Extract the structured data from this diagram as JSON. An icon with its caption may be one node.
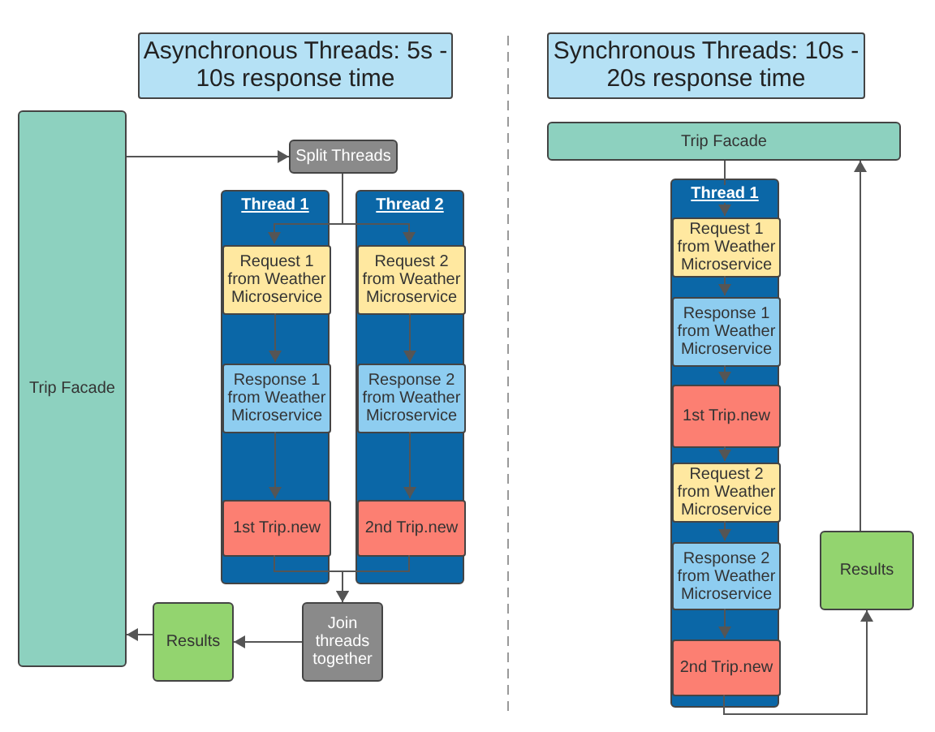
{
  "diagram": {
    "nodes": [
      {
        "text": [
          "Asynchronous Threads: 5s - 10s response time"
        ]
      },
      {
        "text": [
          "Synchronous Threads: 10s - 20s response time"
        ]
      },
      {
        "text": [
          "Trip Facade"
        ]
      },
      {
        "text": [
          "Split Threads"
        ]
      },
      {
        "text": [
          "Thread 1"
        ]
      },
      {
        "text": [
          "Request 1 from Weather Microservice"
        ],
        "in": 4
      },
      {
        "text": [
          "Response 1 from Weather Microservice"
        ],
        "in": 4
      },
      {
        "text": [
          "1st Trip.new"
        ],
        "in": 4
      },
      {
        "text": [
          "Thread 2"
        ]
      },
      {
        "text": [
          "Request 2 from Weather Microservice"
        ],
        "in": 8
      },
      {
        "text": [
          "Response 2 from Weather Microservice"
        ],
        "in": 8
      },
      {
        "text": [
          "2nd Trip.new"
        ],
        "in": 8
      },
      {
        "text": [
          "Results"
        ]
      },
      {
        "text": [
          "Join threads together"
        ]
      },
      {
        "text": [
          "Trip Facade"
        ]
      },
      {
        "text": [
          "Thread 1"
        ]
      },
      {
        "text": [
          "Request 1 from Weather Microservice"
        ],
        "in": 15
      },
      {
        "text": [
          "Response 1 from Weather Microservice"
        ],
        "in": 15
      },
      {
        "text": [
          "1st Trip.new"
        ],
        "in": 15
      },
      {
        "text": [
          "Request 2 from Weather Microservice"
        ],
        "in": 15
      },
      {
        "text": [
          "Response 2 from Weather Microservice"
        ],
        "in": 15
      },
      {
        "text": [
          "2nd Trip.new"
        ],
        "in": 15
      },
      {
        "text": [
          "Results"
        ]
      }
    ],
    "edges": [
      {
        "from": 2,
        "to": 3,
        "arrow": "to"
      },
      {
        "from": 3,
        "to": 5,
        "arrow": "to"
      },
      {
        "from": 3,
        "to": 9,
        "arrow": "to"
      },
      {
        "from": 5,
        "to": 6,
        "arrow": "to"
      },
      {
        "from": 6,
        "to": 7,
        "arrow": "to"
      },
      {
        "from": 9,
        "to": 10,
        "arrow": "to"
      },
      {
        "from": 10,
        "to": 11,
        "arrow": "to"
      },
      {
        "from": 7,
        "to": 13,
        "arrow": "to"
      },
      {
        "from": 11,
        "to": 13,
        "arrow": "to"
      },
      {
        "from": 13,
        "to": 12,
        "arrow": "to"
      },
      {
        "from": 12,
        "to": 2,
        "arrow": "to"
      },
      {
        "from": 14,
        "to": 16,
        "arrow": "to"
      },
      {
        "from": 16,
        "to": 17,
        "arrow": "to"
      },
      {
        "from": 17,
        "to": 18,
        "arrow": "to"
      },
      {
        "from": 18,
        "to": 19,
        "arrow": "to"
      },
      {
        "from": 19,
        "to": 20,
        "arrow": "to"
      },
      {
        "from": 20,
        "to": 21,
        "arrow": "to"
      },
      {
        "from": 21,
        "to": 22,
        "arrow": "to"
      },
      {
        "from": 22,
        "to": 14,
        "arrow": "to"
      }
    ]
  }
}
